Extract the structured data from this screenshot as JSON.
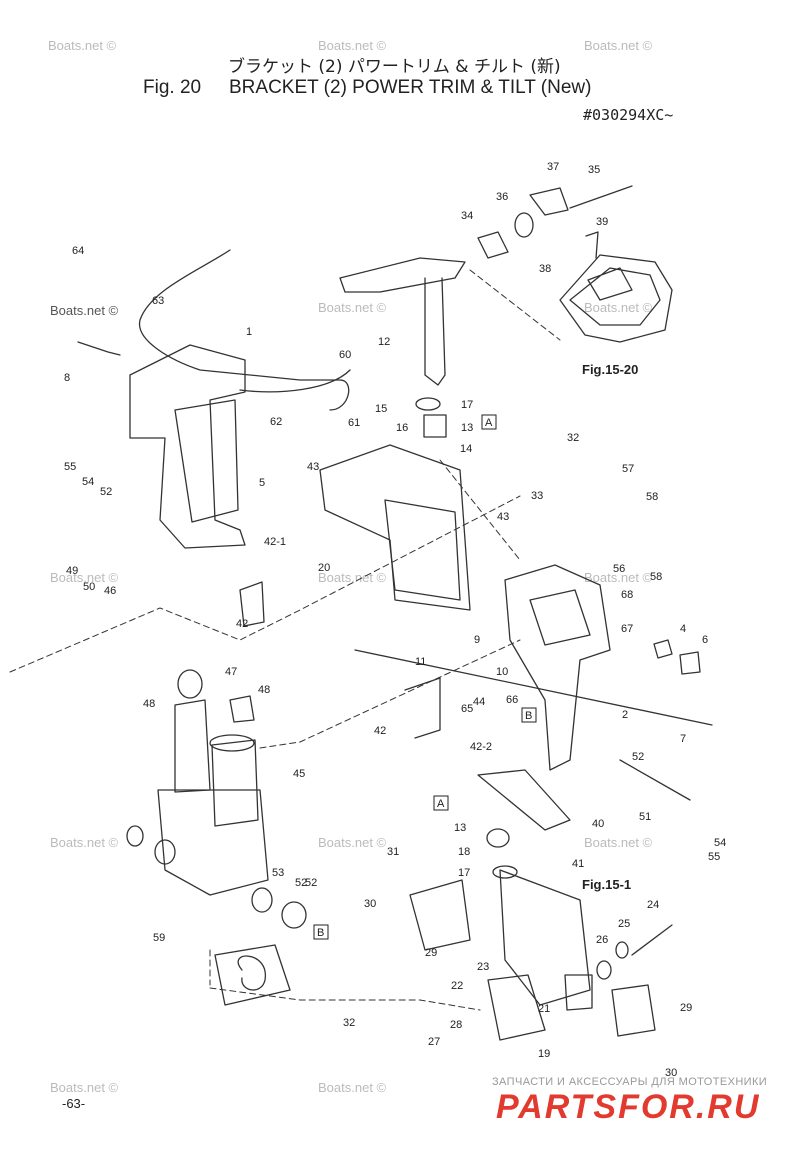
{
  "header": {
    "title_jp": "ブラケット (2) パワートリム & チルト (新)",
    "fig_number": "Fig. 20",
    "title_en": "BRACKET (2) POWER TRIM & TILT (New)",
    "serial": "#030294XC~"
  },
  "watermark": "Boats.net ©",
  "refs": {
    "fig_15_20": "Fig.15-20",
    "fig_15_1": "Fig.15-1"
  },
  "box_labels": {
    "a": "A",
    "b": "B"
  },
  "footer": {
    "page_number": "-63-",
    "store_caption": "ЗАПЧАСТИ И АКСЕССУАРЫ ДЛЯ МОТОТЕХНИКИ",
    "store_name": "PARTSFOR.RU"
  },
  "callouts": [
    "64",
    "63",
    "1",
    "8",
    "60",
    "62",
    "61",
    "15",
    "16",
    "55",
    "54",
    "52",
    "5",
    "43",
    "49",
    "50",
    "46",
    "42-1",
    "42",
    "20",
    "12",
    "37",
    "35",
    "36",
    "34",
    "39",
    "38",
    "17",
    "13",
    "14",
    "32",
    "33",
    "43",
    "57",
    "58",
    "56",
    "58",
    "68",
    "67",
    "4",
    "6",
    "9",
    "10",
    "66",
    "65",
    "2",
    "44",
    "42",
    "42-2",
    "11",
    "47",
    "48",
    "48",
    "45",
    "7",
    "52",
    "51",
    "54",
    "55",
    "40",
    "13",
    "18",
    "17",
    "41",
    "31",
    "30",
    "29",
    "24",
    "25",
    "26",
    "23",
    "22",
    "21",
    "29",
    "28",
    "27",
    "19",
    "30",
    "53",
    "52",
    "52",
    "59",
    "32"
  ]
}
